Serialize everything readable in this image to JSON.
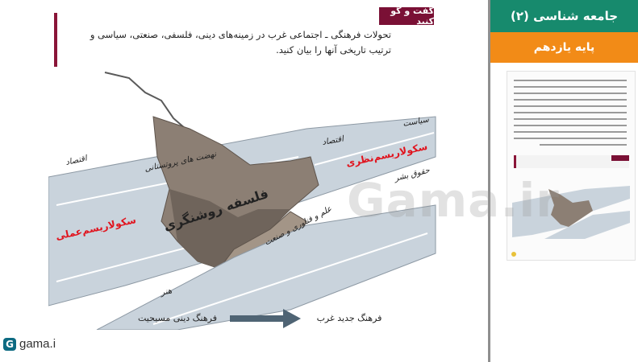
{
  "slide": {
    "discussion_tag": "گفت و گو کنید",
    "discussion_text": "تحولات فرهنگی ـ اجتماعی غرب در زمینه‌های دینی، فلسفی، صنعتی، سیاسی و ترتیب تاریخی آنها را بیان کنید.",
    "illustration": {
      "labels": {
        "economy_left": "اقتصاد",
        "protestant": "نهضت های پروتستانی",
        "economy_center": "اقتصاد",
        "politics": "سیاست",
        "theoretical_secularism": "سکولاریسم‌نظری",
        "human_rights": "حقوق بشر",
        "enlightenment": "فلسفه روشنگری",
        "practical_secularism": "سکولاریسم‌عملی",
        "science_tech": "علم و فناوری و صنعت",
        "art": "هنر"
      },
      "arrow_from": "فرهنگ دینی مسیحیت",
      "arrow_to": "فرهنگ جدید غرب"
    },
    "watermark": "Gama.ir"
  },
  "sidebar": {
    "title": "جامعه شناسی (۲)",
    "subtitle": "پایه یازدهم"
  },
  "logo": {
    "mark": "G",
    "text": "gama.i"
  },
  "colors": {
    "title_band": "#178a6d",
    "sub_band": "#f28b17",
    "accent": "#7a1035",
    "red_label": "#e0141e"
  }
}
